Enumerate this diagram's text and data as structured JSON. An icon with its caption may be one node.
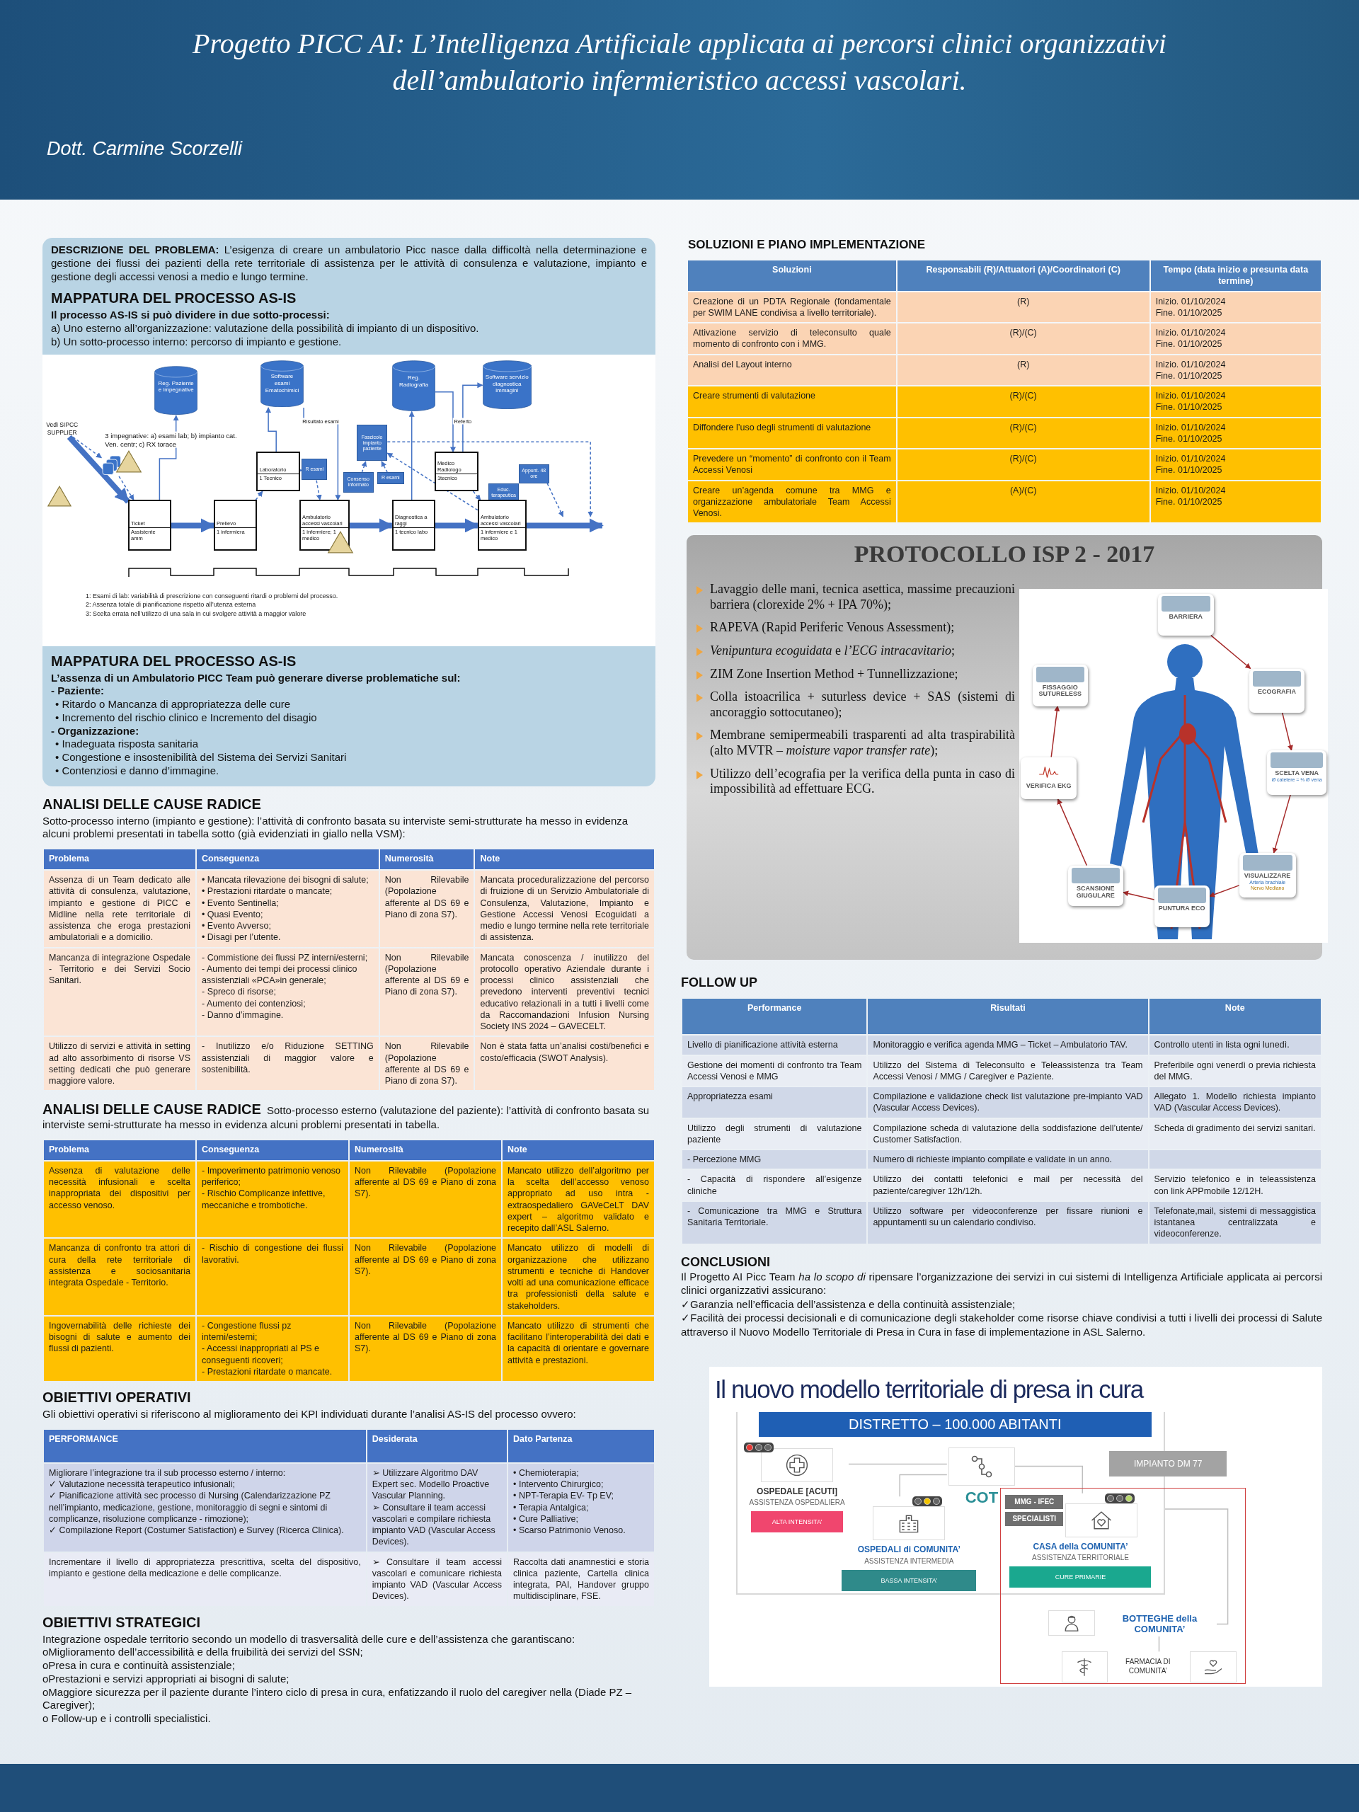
{
  "diagram": {
    "title": "Progetto PICC AI: L’Intelligenza Artificiale applicata ai percorsi clinici organizzativi dell’ambulatorio infermieristico accessi vascolari.",
    "nodes": [
      {
        "text": [
          "Reg. Paziente e impegnative"
        ]
      },
      {
        "text": [
          "Software esami Ematochimici"
        ]
      },
      {
        "text": [
          "Reg. Radiografia"
        ]
      },
      {
        "text": [
          "Software servizio diagnostica immagini"
        ]
      },
      {
        "text": [
          "Vedi SIPCC SUPPLIER"
        ]
      },
      {
        "text": [],
        "shape": "picture"
      },
      {
        "text": [
          "Laboratorio",
          "1 Tecnico"
        ]
      },
      {
        "text": [
          "R esami"
        ]
      },
      {
        "text": [
          "Fascicolo impianto paziente"
        ]
      },
      {
        "text": [
          "Consenso informato"
        ]
      },
      {
        "text": [
          "R esami"
        ]
      },
      {
        "text": [
          "Medico Radiologo",
          "1tecnico"
        ]
      },
      {
        "text": [
          "Educ. terapeutica"
        ]
      },
      {
        "text": [
          "Appunt. 48 ore"
        ]
      },
      {
        "text": [
          "Ticket",
          "Assistente amm"
        ]
      },
      {
        "text": [
          "Prelievo",
          "1 infermiera"
        ]
      },
      {
        "text": [
          "Ambulatorio accessi vascolari",
          "1 infermiere; 1 medico"
        ]
      },
      {
        "text": [
          "Diagnostica a raggi",
          "1 tecnico labo"
        ]
      },
      {
        "text": [
          "Ambulatorio accessi vascolari",
          "1 infermiere e 1 medico"
        ]
      },
      {
        "text": [
          "BARRIERA"
        ]
      },
      {
        "text": [
          "ECOGRAFIA"
        ]
      },
      {
        "text": [
          "SCELTA VENA",
          "Ø catetere = ⅓ Ø vena"
        ]
      },
      {
        "text": [
          "VISUALIZZARE",
          "Arteria brachiale",
          "Nervo Mediano"
        ]
      },
      {
        "text": [
          "PUNTURA ECO"
        ]
      },
      {
        "text": [
          "SCANSIONE GIUGULARE"
        ]
      },
      {
        "text": [
          "VERIFICA EKG"
        ]
      },
      {
        "text": [
          "FISSAGGIO SUTURELESS"
        ]
      },
      {
        "text": [
          "DISTRETTO – 100.000 ABITANTI"
        ]
      },
      {
        "text": [
          "OSPEDALE [ACUTI]",
          "ASSISTENZA OSPEDALIERA",
          "ALTA INTENSITA’"
        ],
        "in": 27
      },
      {
        "text": [
          "COT"
        ],
        "in": 27
      },
      {
        "text": [
          "OSPEDALI di COMUNITA’",
          "ASSISTENZA INTERMEDIA",
          "BASSA INTENSITA’"
        ],
        "in": 27
      },
      {
        "text": [],
        "shape": "box"
      },
      {
        "text": [
          "MMG - IFEC",
          "SPECIALISTI",
          "CASA della COMUNITA’",
          "ASSISTENZA TERRITORIALE",
          "CURE PRIMARIE"
        ]
      },
      {
        "text": [
          "IMPIANTO DM 77"
        ]
      },
      {
        "text": [],
        "shape": "picture",
        "in": 31
      },
      {
        "text": [
          "BOTTEGHE della COMUNITA’"
        ],
        "in": 31
      },
      {
        "text": [],
        "shape": "picture",
        "in": 31
      },
      {
        "text": [
          "FARMACIA DI COMUNITA’"
        ],
        "in": 31
      },
      {
        "text": [],
        "shape": "picture",
        "in": 31
      }
    ],
    "edges": [
      {
        "from": 4,
        "to": 14,
        "arrow": "to",
        "style": "thick"
      },
      {
        "from": 4,
        "to": 5,
        "arrow": "to",
        "style": "dashed",
        "label": "3 impegnative: a) esami lab; b) impianto cat. Ven. centr; c) RX torace"
      },
      {
        "from": 5,
        "to": 14,
        "arrow": "to",
        "style": "dashed"
      },
      {
        "from": 14,
        "to": 0,
        "arrow": "to"
      },
      {
        "from": 14,
        "to": 15,
        "arrow": "to",
        "style": "thick"
      },
      {
        "from": 15,
        "to": 6,
        "arrow": "to",
        "style": "dashed"
      },
      {
        "from": 6,
        "to": 1,
        "arrow": "to"
      },
      {
        "from": 6,
        "to": 7,
        "arrow": "to",
        "style": "dashed"
      },
      {
        "from": 7,
        "to": 16,
        "arrow": "to",
        "style": "dashed"
      },
      {
        "from": 1,
        "to": 16,
        "arrow": "to",
        "label": "Risultato esami"
      },
      {
        "from": 9,
        "to": 8,
        "arrow": "to",
        "style": "dashed"
      },
      {
        "from": 10,
        "to": 8,
        "arrow": "to",
        "style": "dashed"
      },
      {
        "from": 16,
        "to": 17,
        "arrow": "to",
        "style": "thick"
      },
      {
        "from": 17,
        "to": 2,
        "arrow": "to"
      },
      {
        "from": 2,
        "to": 11,
        "arrow": "to"
      },
      {
        "from": 11,
        "to": 3,
        "arrow": "to",
        "label": "Referto"
      },
      {
        "from": 18,
        "to": 8,
        "arrow": "to",
        "style": "dashed"
      },
      {
        "from": 17,
        "to": 18,
        "arrow": "to",
        "style": "thick"
      },
      {
        "from": 18,
        "to": null,
        "arrow": "to",
        "style": "thick"
      },
      {
        "from": 8,
        "to": null,
        "arrow": "to",
        "style": "dashed"
      },
      {
        "from": 13,
        "to": null,
        "arrow": "to",
        "style": "dashed"
      },
      {
        "from": 11,
        "to": 18,
        "arrow": "to",
        "style": "dashed"
      },
      {
        "from": 19,
        "to": 20,
        "arrow": "to",
        "color": "#a52a2a"
      },
      {
        "from": 20,
        "to": 21,
        "arrow": "to",
        "color": "#a52a2a"
      },
      {
        "from": 21,
        "to": 22,
        "arrow": "to",
        "color": "#a52a2a"
      },
      {
        "from": 22,
        "to": 23,
        "arrow": "to",
        "color": "#a52a2a"
      },
      {
        "from": 23,
        "to": 24,
        "arrow": "to",
        "color": "#a52a2a"
      },
      {
        "from": 24,
        "to": 25,
        "arrow": "to",
        "color": "#a52a2a"
      },
      {
        "from": 25,
        "to": 26,
        "arrow": "to",
        "color": "#a52a2a"
      },
      {
        "from": 28,
        "to": 29,
        "arrow": "none",
        "color": "#bfbfbf"
      },
      {
        "from": 29,
        "to": 30,
        "arrow": "none",
        "color": "#bfbfbf"
      },
      {
        "from": 29,
        "to": 32,
        "arrow": "none",
        "color": "#bfbfbf"
      },
      {
        "from": 27,
        "to": 35,
        "arrow": "none",
        "color": "#bfbfbf"
      },
      {
        "from": 35,
        "to": 37,
        "arrow": "none",
        "color": "#bfbfbf"
      }
    ],
    "labels": [
      "Dott. Carmine Scorzelli",
      "**DESCRIZIONE DEL PROBLEMA:** L’esigenza di creare un ambulatorio Picc nasce dalla difficoltà nella determinazione e gestione dei flussi dei pazienti della rete territoriale di assistenza per le attività di consulenza e valutazione, impianto e gestione degli accessi venosi a medio e lungo termine.",
      "MAPPATURA DEL PROCESSO AS-IS",
      "Il processo AS-IS si può dividere in due sotto-processi:",
      "a) Uno esterno all’organizzazione: valutazione della possibilità di impianto di un dispositivo.",
      "b) Un sotto-processo interno: percorso di impianto e gestione.",
      "1: Esami di lab: variabilità di prescrizione con conseguenti ritardi o problemi del processo.",
      "2: Assenza totale di pianificazione rispetto all’utenza esterna",
      "3: Scelta errata nell’utilizzo di una sala in cui svolgere attività a maggior valore",
      "MAPPATURA DEL PROCESSO AS-IS",
      "L’assenza di un Ambulatorio PICC Team può generare diverse problematiche sul:",
      "- Paziente:",
      "• Ritardo o Mancanza di appropriatezza delle cure",
      "• Incremento del rischio clinico e Incremento del disagio",
      "- Organizzazione:",
      "• Inadeguata risposta sanitaria",
      "• Congestione e insostenibilità del Sistema dei Servizi Sanitari",
      "• Contenziosi e danno d’immagine.",
      "ANALISI DELLE CAUSE RADICE",
      "Sotto-processo interno (impianto e gestione): l’attività di confronto basata su interviste semi-strutturate ha messo in evidenza alcuni problemi presentati in tabella sotto (già evidenziati in giallo nella VSM):",
      "Problema",
      "Conseguenza",
      "Numerosità",
      "Note",
      "Assenza di un Team dedicato alle attività di consulenza, valutazione, impianto e gestione di PICC e Midline nella rete territoriale di assistenza che eroga prestazioni ambulatoriali e a domicilio.",
      "• Mancata rilevazione dei bisogni di salute;",
      "• Prestazioni ritardate o mancate;",
      "• Evento Sentinella;",
      "• Quasi Evento;",
      "• Evento Avverso;",
      "• Disagi per l’utente.",
      "Non Rilevabile (Popolazione afferente al DS 69 e Piano di zona S7).",
      "Mancata proceduralizzazione del percorso di fruizione di un Servizio Ambulatoriale di Consulenza, Valutazione, Impianto e Gestione Accessi Venosi Ecoguidati a medio e lungo termine nella rete territoriale di assistenza.",
      "Mancanza di integrazione Ospedale - Territorio e dei Servizi Socio Sanitari.",
      "- Commistione dei flussi PZ interni/esterni;",
      "- Aumento dei tempi dei processi clinico assistenziali «PCA»in generale;",
      "- Spreco di risorse;",
      "- Aumento dei contenziosi;",
      "- Danno d’immagine.",
      "Non Rilevabile (Popolazione afferente al DS 69 e Piano di zona S7).",
      "Mancata conoscenza / inutilizzo del protocollo operativo Aziendale durante i processi clinico assistenziali che prevedono interventi preventivi tecnici educativo relazionali in a tutti i livelli come da Raccomandazioni Infusion Nursing Society INS 2024 – GAVECELT.",
      "Utilizzo di servizi e attività in setting ad alto assorbimento di risorse VS setting dedicati che può generare maggiore valore.",
      "- Inutilizzo e/o Riduzione SETTING assistenziali di maggior valore e sostenibilità.",
      "Non Rilevabile (Popolazione afferente al DS 69 e Piano di zona S7).",
      "Non è stata fatta un’analisi costi/benefici e costo/efficacia (SWOT Analysis).",
      "ANALISI DELLE CAUSE RADICE",
      "Sotto-processo esterno (valutazione del paziente): l’attività di confronto basata su interviste semi-strutturate ha messo in evidenza alcuni problemi presentati in tabella.",
      "Problema",
      "Conseguenza",
      "Numerosità",
      "Note",
      "Assenza di valutazione delle necessità infusionali e scelta inappropriata dei dispositivi per accesso venoso.",
      "- Impoverimento patrimonio venoso periferico;",
      "- Rischio Complicanze infettive, meccaniche e trombotiche.",
      "Non Rilevabile (Popolazione afferente al DS 69 e Piano di zona S7).",
      "Mancato utilizzo dell’algoritmo per la scelta dell’accesso venoso appropriato ad uso intra - extraospedaliero GAVeCeLT DAV expert – algoritmo validato e recepito dall’ASL Salerno.",
      "Mancanza di confronto tra attori di cura della rete territoriale di assistenza e sociosanitaria integrata Ospedale - Territorio.",
      "- Rischio di congestione dei flussi lavorativi.",
      "Non Rilevabile (Popolazione afferente al DS 69 e Piano di zona S7).",
      "Mancato utilizzo di modelli di organizzazione che utilizzano strumenti e tecniche di Handover volti ad una comunicazione efficace tra professionisti della salute e stakeholders.",
      "Ingovernabilità delle richieste dei bisogni di salute e aumento dei flussi di pazienti.",
      "- Congestione flussi pz interni/esterni;",
      "- Accessi inappropriati al PS e conseguenti ricoveri;",
      "- Prestazioni ritardate o mancate.",
      "Non Rilevabile (Popolazione afferente al DS 69 e Piano di zona S7).",
      "Mancato utilizzo di strumenti che facilitano l’interoperabilità dei dati e la capacità di orientare e governare attività e prestazioni.",
      "OBIETTIVI OPERATIVI",
      "Gli obiettivi operativi si riferiscono al miglioramento dei KPI individuati durante l’analisi AS-IS del processo ovvero:",
      "PERFORMANCE",
      "Desiderata",
      "Dato Partenza",
      "Migliorare l’integrazione tra il sub processo esterno / interno:",
      "✓ Valutazione necessità terapeutico infusionali;",
      "✓ Pianificazione attività sec processo di Nursing (Calendarizzazione PZ nell’impianto, medicazione, gestione, monitoraggio di segni e sintomi di complicanze, risoluzione complicanze - rimozione);",
      "✓ Compilazione Report (Costumer Satisfaction) e Survey (Ricerca Clinica).",
      "➢ Utilizzare Algoritmo DAV Expert sec. Modello Proactive Vascular Planning.",
      "➢ Consultare il team accessi vascolari e compilare richiesta impianto VAD (Vascular Access Devices).",
      "• Chemioterapia;",
      "• Intervento Chirurgico;",
      "• NPT-Terapia EV- Tp EV;",
      "• Terapia Antalgica;",
      "• Cure Palliative;",
      "• Scarso Patrimonio Venoso.",
      "Incrementare il livello di appropriatezza prescrittiva, scelta del dispositivo, impianto e gestione della medicazione e delle complicanze.",
      "➢ Consultare il team accessi vascolari e comunicare richiesta impianto VAD (Vascular Access Devices).",
      "Raccolta dati anamnestici e storia clinica paziente, Cartella clinica integrata, PAI, Handover gruppo multidisciplinare, FSE.",
      "OBIETTIVI STRATEGICI",
      "Integrazione ospedale territorio secondo un modello di trasversalità delle cure e dell’assistenza che garantiscano:",
      "oMiglioramento dell’accessibilità e della fruibilità dei servizi del SSN;",
      "oPresa in cura e continuità assistenziale;",
      "oPrestazioni e servizi appropriati ai bisogni di salute;",
      "oMaggiore sicurezza per il paziente durante l’intero ciclo di presa in cura, enfatizzando il ruolo del caregiver nella (Diade PZ – Caregiver);",
      "o Follow-up e i controlli specialistici.",
      "SOLUZIONI E PIANO IMPLEMENTAZIONE",
      "Soluzioni",
      "Responsabili (R)/Attuatori (A)/Coordinatori (C)",
      "Tempo (data inizio e presunta data termine)",
      "Creazione di un PDTA Regionale (fondamentale per SWIM LANE condivisa a livello territoriale).",
      "(R)",
      "Inizio. 01/10/2024",
      "Fine. 01/10/2025",
      "Attivazione servizio di teleconsulto quale momento di confronto con i MMG.",
      "(R)/(C)",
      "Inizio. 01/10/2024",
      "Fine. 01/10/2025",
      "Analisi del Layout interno",
      "(R)",
      "Inizio. 01/10/2024",
      "Fine. 01/10/2025",
      "Creare strumenti di valutazione",
      "(R)/(C)",
      "Inizio. 01/10/2024",
      "Fine. 01/10/2025",
      "Diffondere l’uso degli strumenti di valutazione",
      "(R)/(C)",
      "Inizio. 01/10/2024",
      "Fine. 01/10/2025",
      "Prevedere un “momento” di confronto con il Team Accessi Venosi",
      "(R)/(C)",
      "Inizio. 01/10/2024",
      "Fine. 01/10/2025",
      "Creare un’agenda comune tra MMG e organizzazione ambulatoriale Team Accessi Venosi.",
      "(A)/(C)",
      "Inizio. 01/10/2024",
      "Fine. 01/10/2025",
      "PROTOCOLLO ISP 2 - 2017",
      "Lavaggio delle mani, tecnica asettica, massime precauzioni barriera (clorexide 2% + IPA 70%);",
      "RAPEVA (Rapid Periferic Venous Assessment);",
      "*Venipuntura ecoguidata* e *l’ECG intracavitario*;",
      "ZIM Zone Insertion Method + Tunnellizzazione;",
      "Colla istoacrilica + suturless device + SAS (sistemi di ancoraggio sottocutaneo);",
      "Membrane semipermeabili trasparenti ad alta traspirabilità (alto MVTR – *moisture vapor transfer rate*);",
      "Utilizzo dell’ecografia per la verifica della punta in caso di impossibilità ad effettuare ECG.",
      "FOLLOW UP",
      "Performance",
      "Risultati",
      "Note",
      "Livello di pianificazione attività esterna",
      "Monitoraggio e verifica agenda MMG – Ticket – Ambulatorio TAV.",
      "Controllo utenti in lista ogni lunedì.",
      "Gestione dei momenti di confronto tra Team Accessi Venosi e MMG",
      "Utilizzo del Sistema di Teleconsulto e Teleassistenza tra Team Accessi Venosi / MMG / Caregiver e Paziente.",
      "Preferibile ogni venerdì o previa richiesta del MMG.",
      "Appropriatezza esami",
      "Compilazione e validazione check list valutazione pre-impianto VAD (Vascular Access Devices).",
      "Allegato 1. Modello richiesta impianto VAD (Vascular Access Devices).",
      "Utilizzo degli strumenti di valutazione paziente",
      "Compilazione scheda di valutazione della soddisfazione dell’utente/ Customer Satisfaction.",
      "Scheda di gradimento dei servizi sanitari.",
      "- Percezione MMG",
      "Numero di richieste impianto compilate e validate in un anno.",
      "- Capacità di rispondere all’esigenze cliniche",
      "Utilizzo dei contatti telefonici e mail per necessità del paziente/caregiver 12h/12h.",
      "Servizio telefonico e in teleassistenza con link APPmobile 12/12H.",
      "- Comunicazione tra MMG e Struttura Sanitaria Territoriale.",
      "Utilizzo software per videoconferenze per fissare riunioni e appuntamenti su un calendario condiviso.",
      "Telefonate,mail, sistemi di messaggistica istantanea centralizzata e videoconferenze.",
      "CONCLUSIONI",
      "Il Progetto AI Picc Team *ha lo scopo di* ripensare l’organizzazione dei servizi in cui sistemi di Intelligenza Artificiale applicata ai percorsi clinici organizzativi assicurano:",
      "✓Garanzia nell’efficacia dell’assistenza e della continuità assistenziale;",
      "✓Facilità dei processi decisionali e di comunicazione degli stakeholder come risorse chiave condivisi a tutti i livelli dei processi di Salute attraverso il Nuovo Modello Territoriale di Presa in Cura in fase di implementazione in ASL Salerno.",
      "Il nuovo modello territoriale di presa in cura"
    ]
  }
}
